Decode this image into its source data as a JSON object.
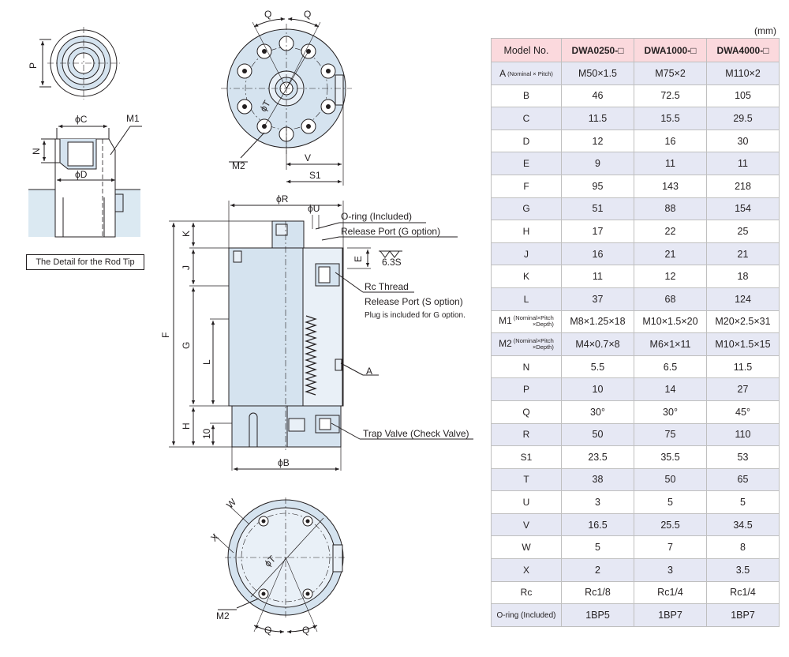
{
  "diagram": {
    "labels": {
      "Q": "Q",
      "P": "P",
      "phiC": "ϕC",
      "M1": "M1",
      "N": "N",
      "phiD": "ϕD",
      "M2": "M2",
      "phiT": "ϕT",
      "V": "V",
      "S1": "S1",
      "phiR": "ϕR",
      "phiU": "ϕU",
      "oring": "O-ring (Included)",
      "release_g": "Release Port (G option)",
      "K": "K",
      "E": "E",
      "surface": "6.3S",
      "J": "J",
      "rc_thread": "Rc Thread",
      "release_s": "Release Port (S option)",
      "plug_note": "Plug is included for G option.",
      "F": "F",
      "G": "G",
      "L": "L",
      "A": "A",
      "H": "H",
      "ten": "10",
      "trap": "Trap Valve (Check Valve)",
      "phiB": "ϕB",
      "W": "W",
      "X": "X"
    },
    "rod_tip_caption": "The Detail for the Rod Tip",
    "colors": {
      "body": "#d5e3ef",
      "light": "#e9f0f7",
      "line": "#231f20",
      "base": "#dbe9f2"
    }
  },
  "spec": {
    "unit": "(mm)",
    "header": {
      "label": "Model No.",
      "models": [
        "DWA0250-□",
        "DWA1000-□",
        "DWA4000-□"
      ]
    },
    "rows": [
      {
        "label": "A",
        "note": "(Nominal × Pitch)",
        "values": [
          "M50×1.5",
          "M75×2",
          "M110×2"
        ]
      },
      {
        "label": "B",
        "values": [
          "46",
          "72.5",
          "105"
        ]
      },
      {
        "label": "C",
        "values": [
          "11.5",
          "15.5",
          "29.5"
        ]
      },
      {
        "label": "D",
        "values": [
          "12",
          "16",
          "30"
        ]
      },
      {
        "label": "E",
        "values": [
          "9",
          "11",
          "11"
        ]
      },
      {
        "label": "F",
        "values": [
          "95",
          "143",
          "218"
        ]
      },
      {
        "label": "G",
        "values": [
          "51",
          "88",
          "154"
        ]
      },
      {
        "label": "H",
        "values": [
          "17",
          "22",
          "25"
        ]
      },
      {
        "label": "J",
        "values": [
          "16",
          "21",
          "21"
        ]
      },
      {
        "label": "K",
        "values": [
          "11",
          "12",
          "18"
        ]
      },
      {
        "label": "L",
        "values": [
          "37",
          "68",
          "124"
        ]
      },
      {
        "label": "M1",
        "note1": "(Nominal×Pitch",
        "note2": "×Depth)",
        "values": [
          "M8×1.25×18",
          "M10×1.5×20",
          "M20×2.5×31"
        ]
      },
      {
        "label": "M2",
        "note1": "(Nominal×Pitch",
        "note2": "×Depth)",
        "values": [
          "M4×0.7×8",
          "M6×1×11",
          "M10×1.5×15"
        ]
      },
      {
        "label": "N",
        "values": [
          "5.5",
          "6.5",
          "11.5"
        ]
      },
      {
        "label": "P",
        "values": [
          "10",
          "14",
          "27"
        ]
      },
      {
        "label": "Q",
        "values": [
          "30°",
          "30°",
          "45°"
        ]
      },
      {
        "label": "R",
        "values": [
          "50",
          "75",
          "110"
        ]
      },
      {
        "label": "S1",
        "values": [
          "23.5",
          "35.5",
          "53"
        ]
      },
      {
        "label": "T",
        "values": [
          "38",
          "50",
          "65"
        ]
      },
      {
        "label": "U",
        "values": [
          "3",
          "5",
          "5"
        ]
      },
      {
        "label": "V",
        "values": [
          "16.5",
          "25.5",
          "34.5"
        ]
      },
      {
        "label": "W",
        "values": [
          "5",
          "7",
          "8"
        ]
      },
      {
        "label": "X",
        "values": [
          "2",
          "3",
          "3.5"
        ]
      },
      {
        "label": "Rc",
        "values": [
          "Rc1/8",
          "Rc1/4",
          "Rc1/4"
        ]
      },
      {
        "label": "O-ring (Included)",
        "values": [
          "1BP5",
          "1BP7",
          "1BP7"
        ]
      }
    ]
  }
}
